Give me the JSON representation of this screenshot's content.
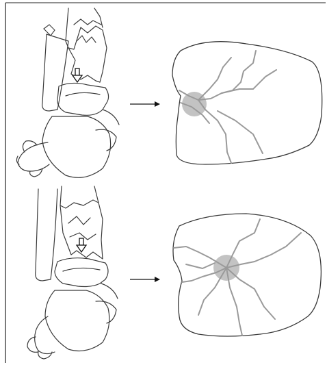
{
  "figure": {
    "panels": [
      {
        "id": "top",
        "arrow": "right-arrow",
        "fracture_marker": "down-arrow",
        "impact_zone": "gray-circle"
      },
      {
        "id": "bottom",
        "arrow": "right-arrow",
        "fracture_marker": "down-arrow",
        "impact_zone": "gray-circle"
      }
    ],
    "colors": {
      "outline": "#3a3a3a",
      "fracture_line": "#9a9a9a",
      "impact_zone": "#b8b8b8",
      "border": "#222222"
    }
  }
}
